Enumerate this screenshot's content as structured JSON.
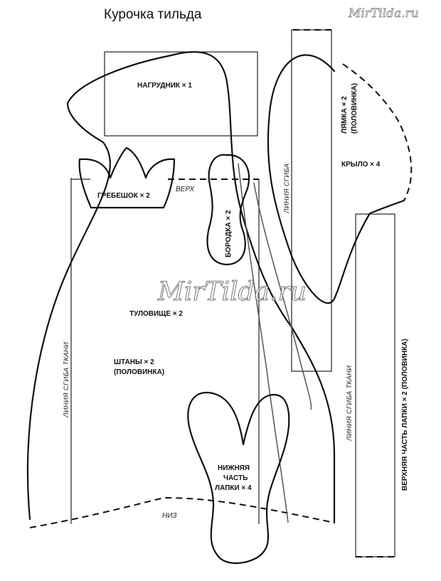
{
  "title": "Курочка тильда",
  "watermark_corner": "MirTilda.ru",
  "watermark_center": "MirTilda.ru",
  "pieces": {
    "bib": "НАГРУДНИК × 1",
    "comb": "ГРЕБЕШОК × 2",
    "top_mark": "ВЕРХ",
    "beard": "БОРОДКА × 2",
    "strap_line1": "ЛЯМКА × 2",
    "strap_line2": "(ПОЛОВИНКА)",
    "strap_fold": "ЛИНИЯ СГИБА",
    "wing": "КРЫЛО × 4",
    "body": "ТУЛОВИЩЕ × 2",
    "pants_line1": "ШТАНЫ × 2",
    "pants_line2": "(ПОЛОВИНКА)",
    "left_fold": "ЛИНИЯ СГИБА ТКАНИ",
    "right_fold": "ЛИНИЯ СГИБА ТКАНИ",
    "upper_leg": "ВЕРХНЯЯ ЧАСТЬ ЛАПКИ × 2 (ПОЛОВИНКА)",
    "lower_leg_line1": "НИЖНЯЯ",
    "lower_leg_line2": "ЧАСТЬ",
    "lower_leg_line3": "ЛАПКИ × 4",
    "bottom_mark": "НИЗ"
  }
}
